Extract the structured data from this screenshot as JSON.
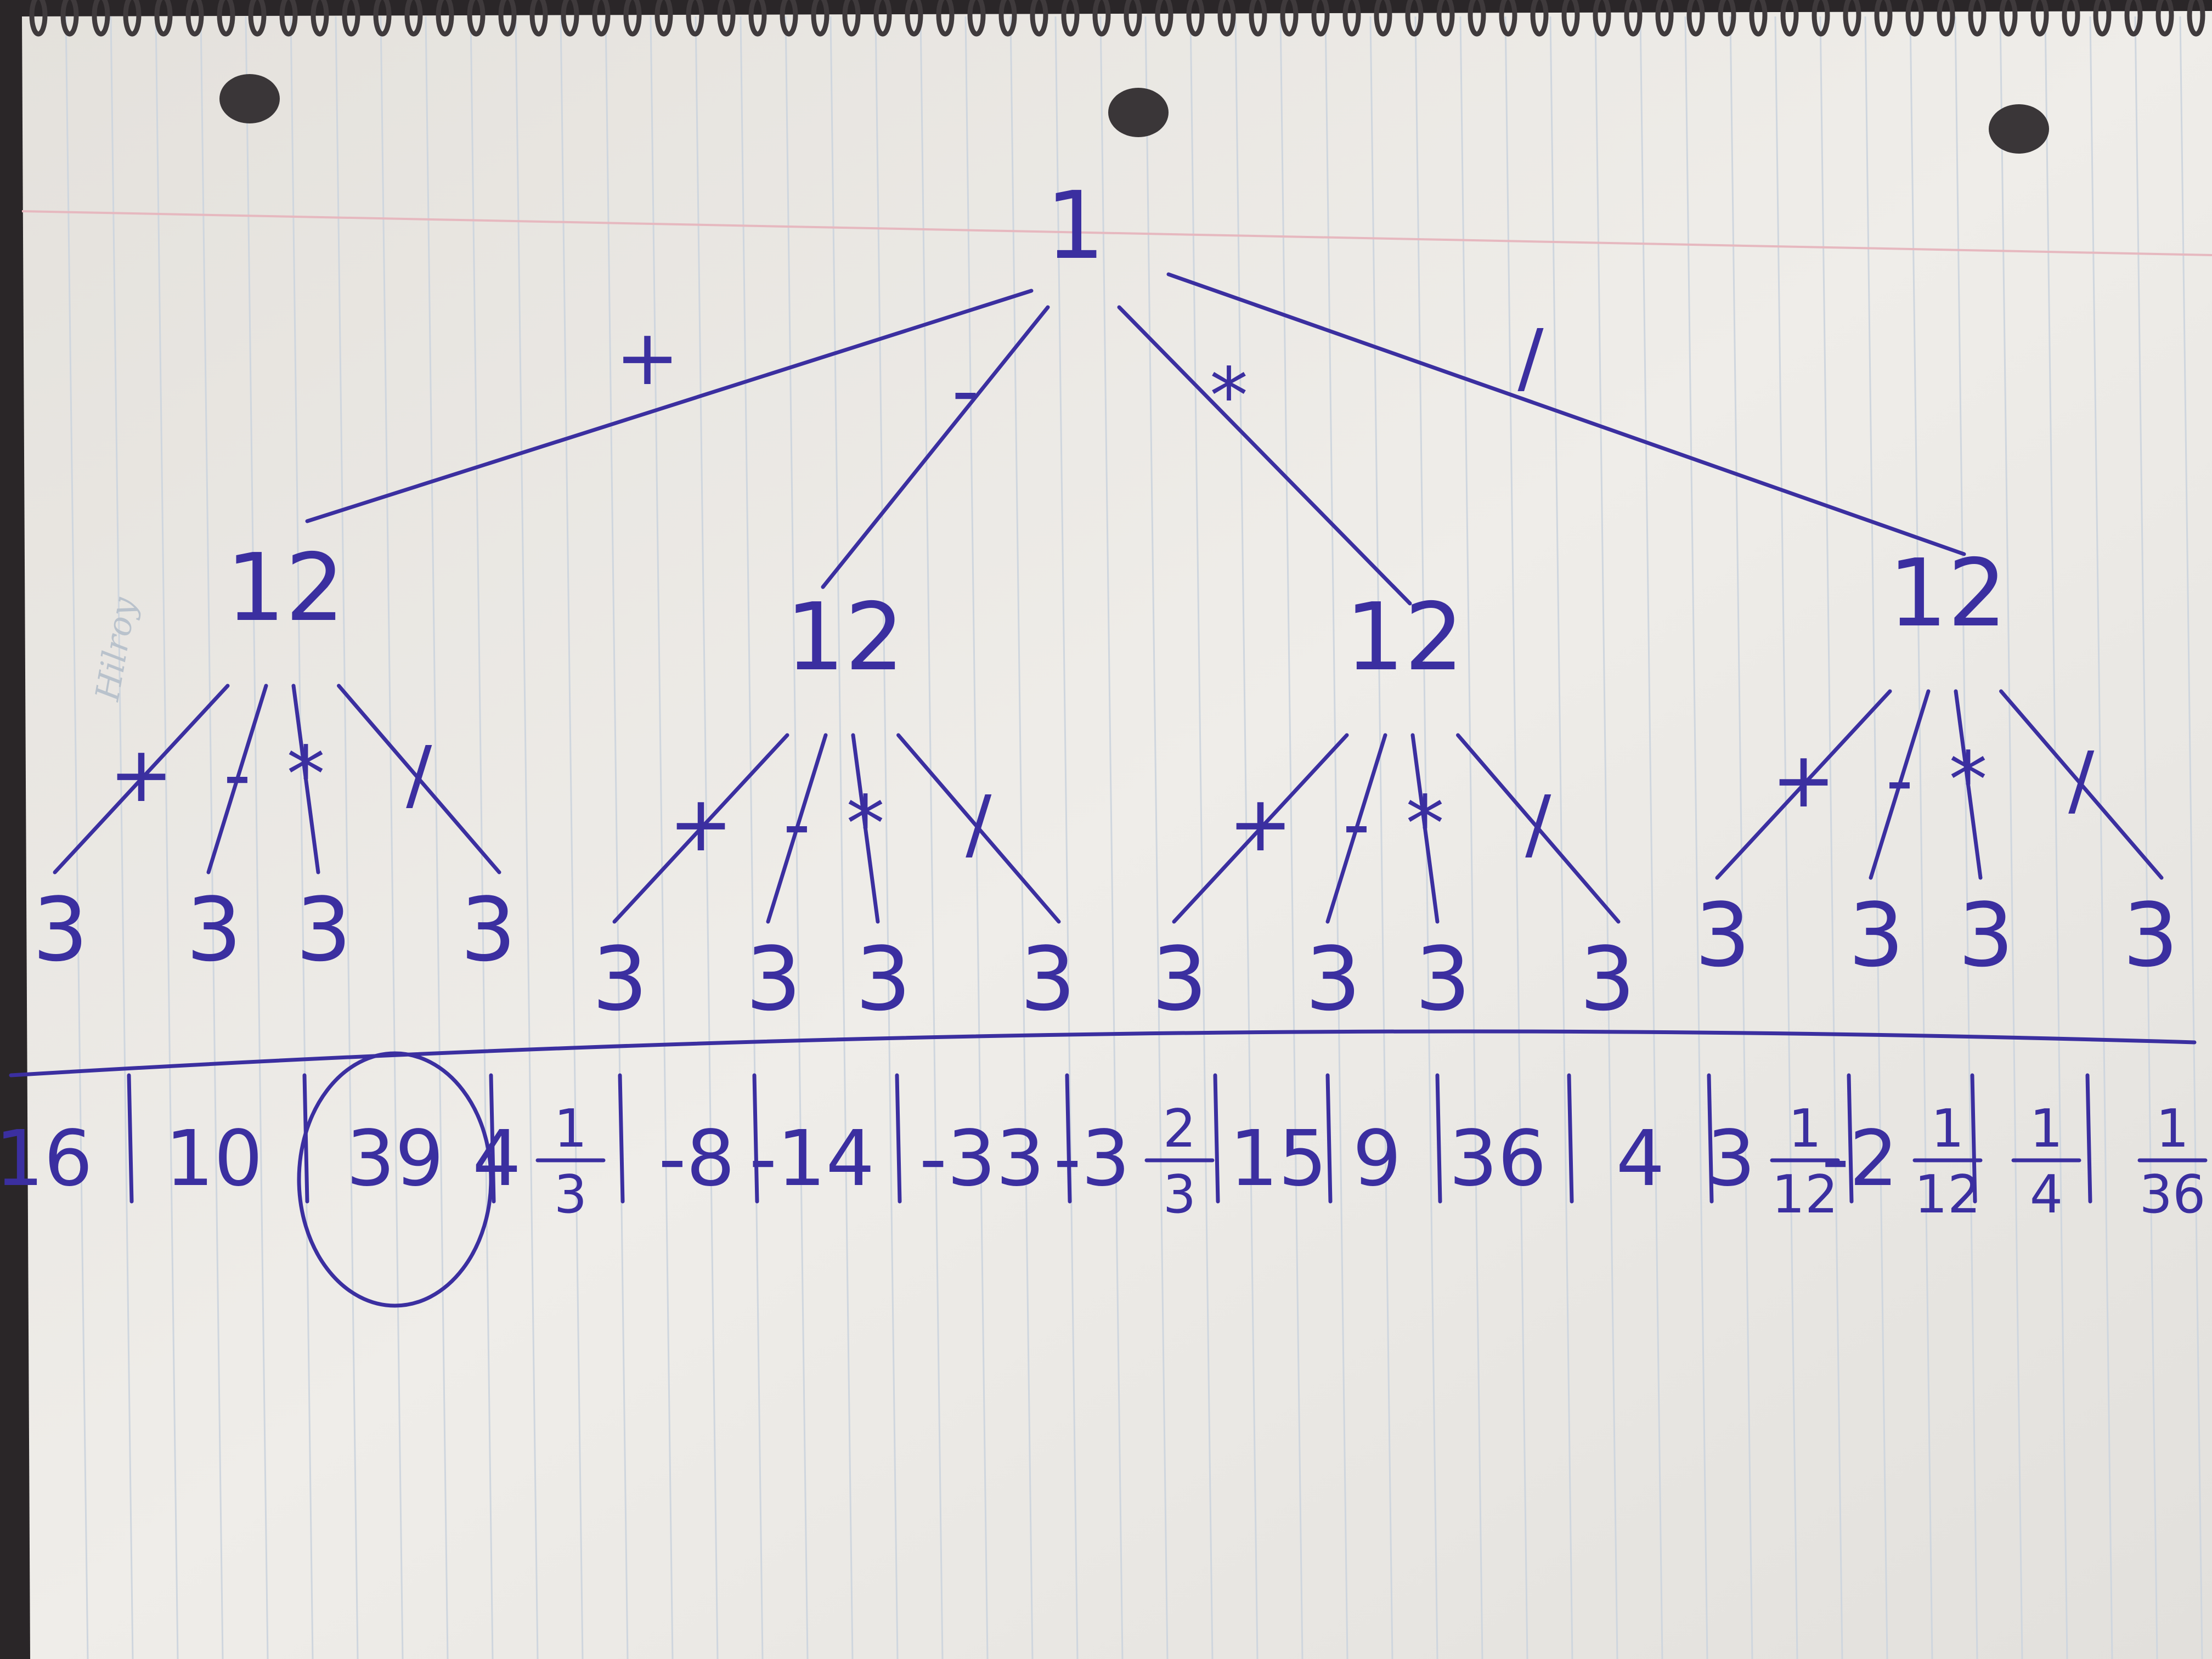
{
  "tree": {
    "root": "1",
    "branches": [
      {
        "op": "+",
        "node": "12",
        "children": [
          {
            "op": "+",
            "leaf": "3"
          },
          {
            "op": "-",
            "leaf": "3"
          },
          {
            "op": "*",
            "leaf": "3"
          },
          {
            "op": "/",
            "leaf": "3"
          }
        ]
      },
      {
        "op": "-",
        "node": "12",
        "children": [
          {
            "op": "+",
            "leaf": "3"
          },
          {
            "op": "-",
            "leaf": "3"
          },
          {
            "op": "*",
            "leaf": "3"
          },
          {
            "op": "/",
            "leaf": "3"
          }
        ]
      },
      {
        "op": "*",
        "node": "12",
        "children": [
          {
            "op": "+",
            "leaf": "3"
          },
          {
            "op": "-",
            "leaf": "3"
          },
          {
            "op": "*",
            "leaf": "3"
          },
          {
            "op": "/",
            "leaf": "3"
          }
        ]
      },
      {
        "op": "/",
        "node": "12",
        "children": [
          {
            "op": "+",
            "leaf": "3"
          },
          {
            "op": "-",
            "leaf": "3"
          },
          {
            "op": "*",
            "leaf": "3"
          },
          {
            "op": "/",
            "leaf": "3"
          }
        ]
      }
    ]
  },
  "results": [
    {
      "text": "16"
    },
    {
      "text": "10"
    },
    {
      "text": "39",
      "circled": true
    },
    {
      "whole": "4",
      "num": "1",
      "den": "3"
    },
    {
      "text": "-8"
    },
    {
      "text": "-14"
    },
    {
      "text": "-33"
    },
    {
      "whole": "-3",
      "num": "2",
      "den": "3"
    },
    {
      "text": "15"
    },
    {
      "text": "9"
    },
    {
      "text": "36"
    },
    {
      "text": "4"
    },
    {
      "whole": "3",
      "num": "1",
      "den": "12"
    },
    {
      "whole": "-2",
      "num": "1",
      "den": "12"
    },
    {
      "num": "1",
      "den": "4"
    },
    {
      "num": "1",
      "den": "36"
    }
  ],
  "paper_brand": "Hilroy",
  "colors": {
    "ink": "#3b2fa0",
    "paper": "#eceae6",
    "rule_line": "#c9d2dc",
    "margin_line": "#e6b8bf"
  }
}
